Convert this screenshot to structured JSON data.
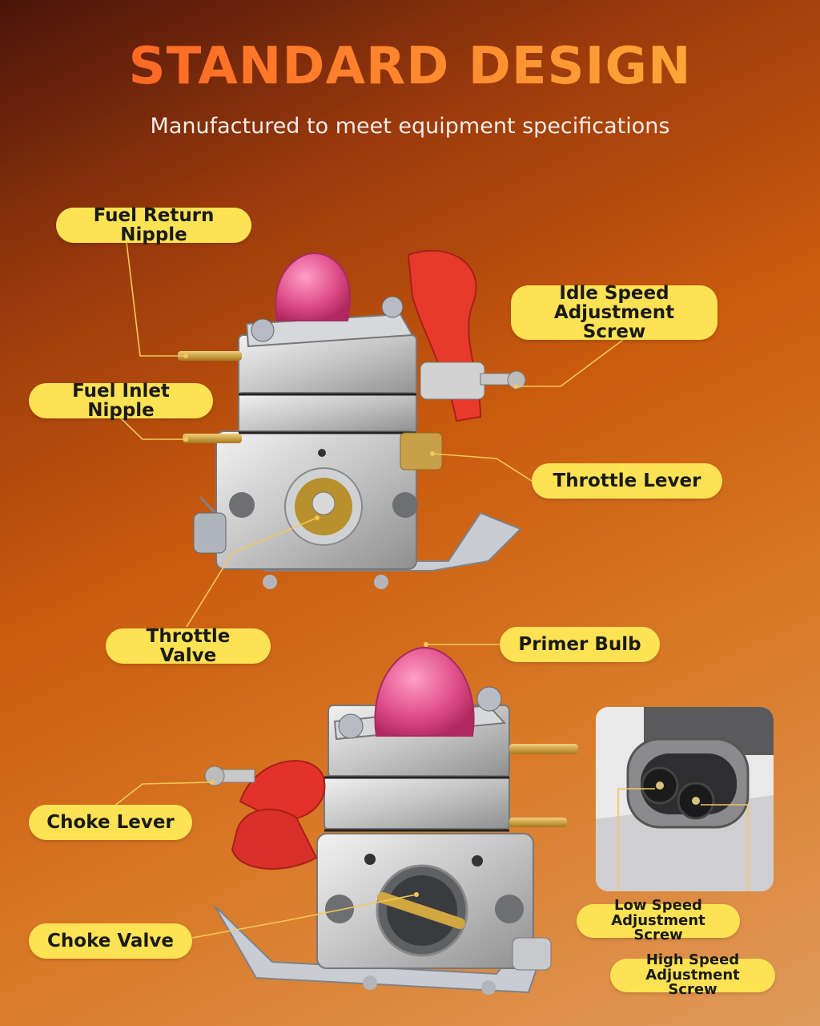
{
  "heading": {
    "title": "STANDARD DESIGN",
    "subtitle": "Manufactured to meet equipment specifications"
  },
  "labels": {
    "fuel_return_nipple": "Fuel Return Nipple",
    "idle_speed_line1": "Idle Speed",
    "idle_speed_line2": "Adjustment Screw",
    "fuel_inlet_nipple": "Fuel Inlet Nipple",
    "throttle_lever": "Throttle Lever",
    "throttle_valve": "Throttle Valve",
    "primer_bulb": "Primer Bulb",
    "choke_lever": "Choke Lever",
    "choke_valve": "Choke Valve",
    "low_speed_line1": "Low Speed",
    "low_speed_line2": "Adjustment Screw",
    "high_speed_line1": "High Speed",
    "high_speed_line2": "Adjustment Screw"
  },
  "colors": {
    "label_bg": "#fde253",
    "title_start": "#ff5a1f",
    "title_end": "#ffb43c",
    "primer_bulb": "#e0508a",
    "choke_lever": "#e2322a"
  }
}
